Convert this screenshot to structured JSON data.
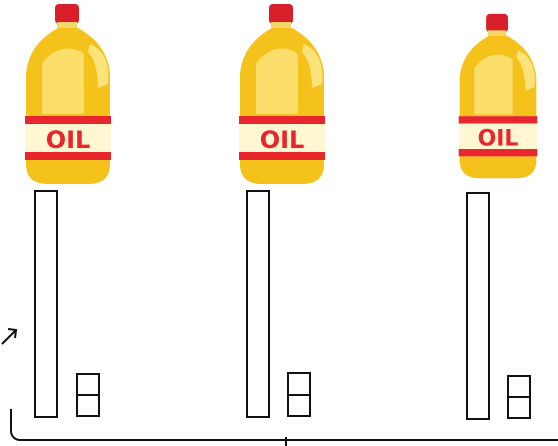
{
  "bottles": [
    {
      "label": "OIL"
    },
    {
      "label": "OIL"
    },
    {
      "label": "OIL"
    }
  ],
  "colors": {
    "cap": "#d9202a",
    "oil": "#f4c21b",
    "oil_light": "#fbe27a",
    "band": "#e8262e",
    "band_text": "#e8262e",
    "outline": "#111111"
  },
  "icons": [
    "oil-bottle-icon",
    "arrow-icon"
  ]
}
